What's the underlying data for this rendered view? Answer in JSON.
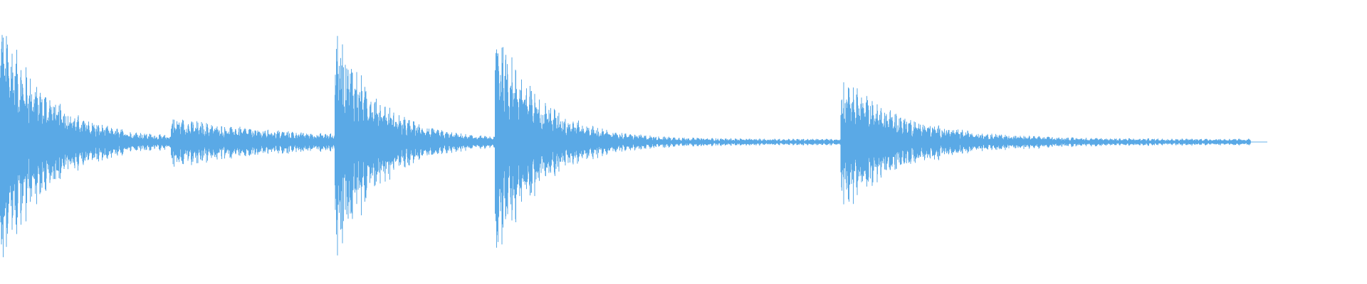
{
  "waveform": {
    "color": "#5aa9e6",
    "background": "#ffffff",
    "events": [
      {
        "start": 0.0,
        "end": 0.125,
        "peak": 0.98,
        "decay": 0.035,
        "density": 1.0
      },
      {
        "start": 0.125,
        "end": 0.245,
        "peak": 0.18,
        "decay": 0.09,
        "density": 0.8
      },
      {
        "start": 0.245,
        "end": 0.362,
        "peak": 0.95,
        "decay": 0.03,
        "density": 1.0
      },
      {
        "start": 0.362,
        "end": 0.615,
        "peak": 0.96,
        "decay": 0.032,
        "density": 1.0
      },
      {
        "start": 0.615,
        "end": 0.915,
        "peak": 0.52,
        "decay": 0.045,
        "density": 1.0
      }
    ],
    "trail_end": 0.915
  }
}
